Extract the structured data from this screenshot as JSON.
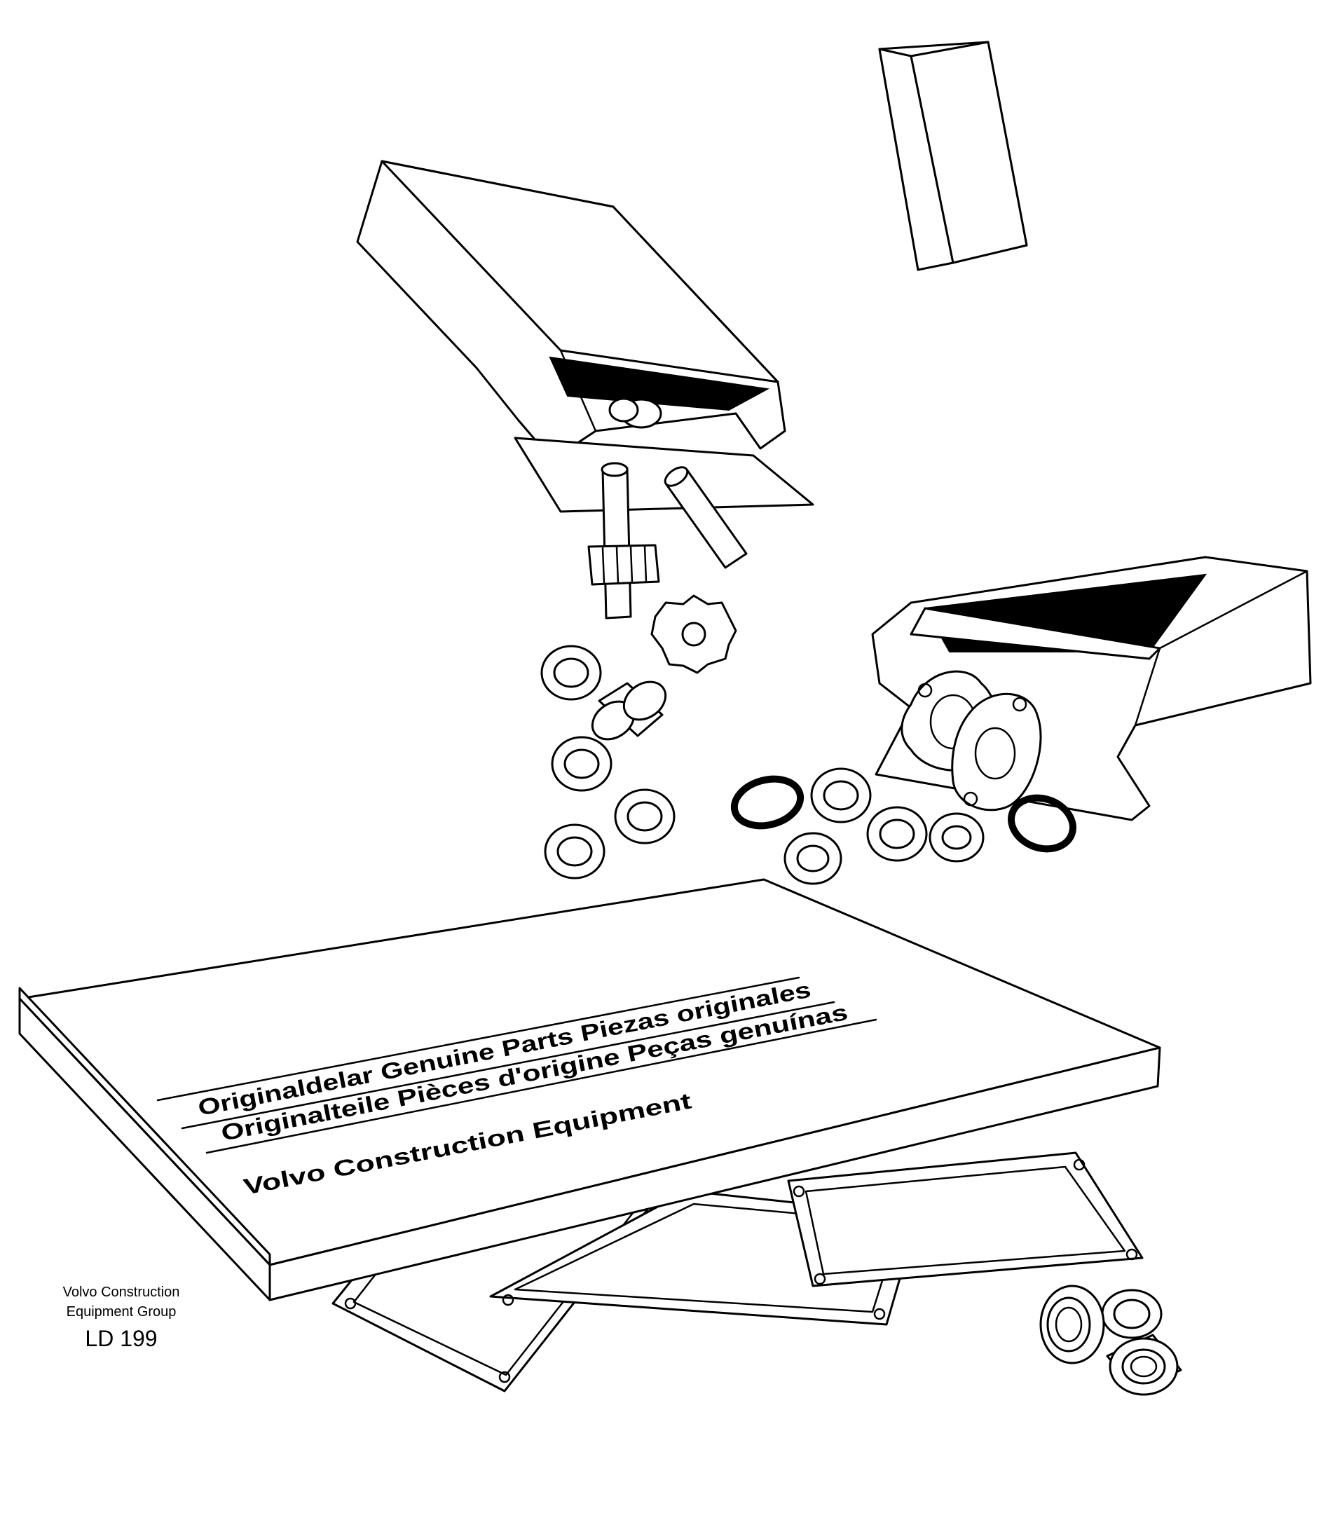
{
  "box_labels": {
    "line1": "Originaldelar Genuine Parts Piezas originales",
    "line2": "Originalteile Pièces d'origine Peças genuínas",
    "line3": "Volvo Construction Equipment"
  },
  "caption": {
    "line1": "Volvo Construction",
    "line2": "Equipment Group",
    "code": "LD 199"
  },
  "colors": {
    "ink": "#000000",
    "paper": "#ffffff"
  }
}
